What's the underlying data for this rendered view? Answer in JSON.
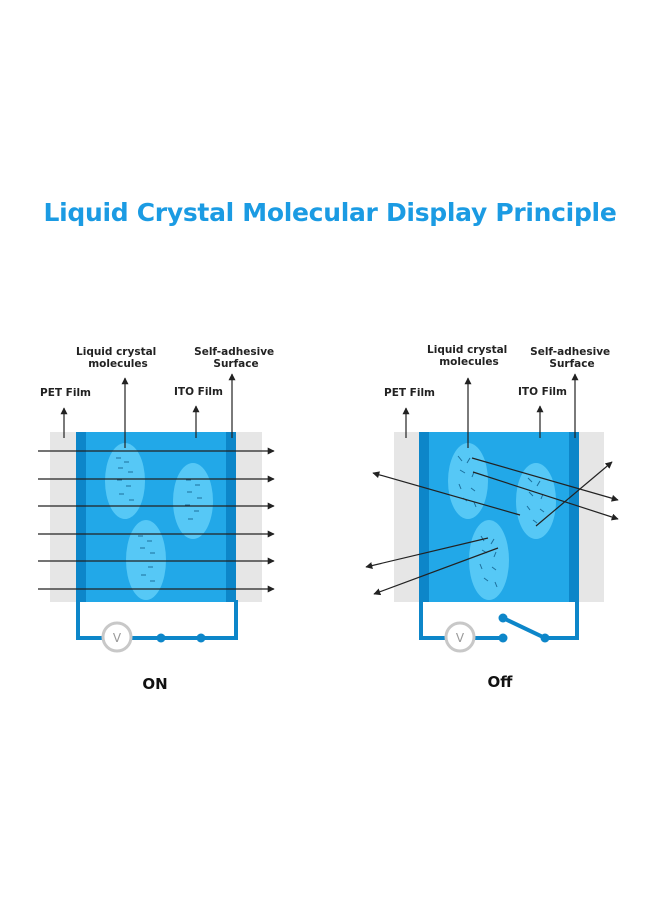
{
  "title": "Liquid Crystal Molecular Display Principle",
  "colors": {
    "title": "#1b9be3",
    "panel": "#22a8e8",
    "panel_edge": "#0d86c9",
    "film": "#e6e6e6",
    "molecule": "#56c8f6",
    "arrow": "#222222",
    "meter": "#c8c8c8"
  },
  "panels": [
    {
      "state": "ON",
      "labels": {
        "molecules": [
          "Liquid crystal",
          "molecules"
        ],
        "surface": [
          "Self-adhesive",
          "Surface"
        ],
        "pet": "PET Film",
        "ito": "ITO Film"
      },
      "voltmeter": "V",
      "switch": "closed",
      "light": "passes straight through"
    },
    {
      "state": "Off",
      "labels": {
        "molecules": [
          "Liquid crystal",
          "molecules"
        ],
        "surface": [
          "Self-adhesive",
          "Surface"
        ],
        "pet": "PET Film",
        "ito": "ITO Film"
      },
      "voltmeter": "V",
      "switch": "open",
      "light": "scattered"
    }
  ]
}
